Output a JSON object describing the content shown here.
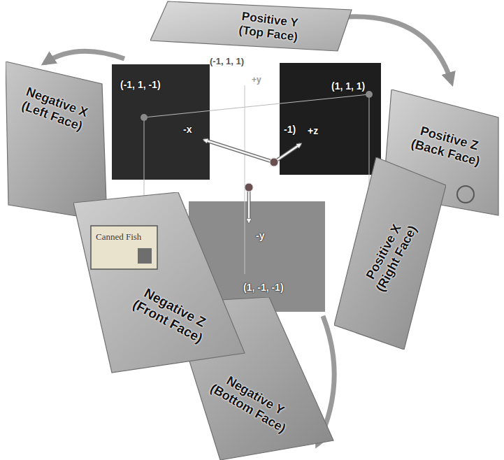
{
  "diagram": {
    "nodes": [
      {
        "text": [
          "Positive Y (Top Face)"
        ]
      },
      {
        "text": [
          "Negative X (Left Face)"
        ]
      },
      {
        "text": [
          "Positive Z (Back Face)"
        ]
      },
      {
        "text": [
          "Positive X (Right Face)"
        ]
      },
      {
        "text": [
          "Negative Z (Front Face)"
        ]
      },
      {
        "text": [
          "Negative Y (Bottom Face)"
        ]
      }
    ],
    "labels": [
      "(-1, 1, 1)",
      "(-1, 1, -1)",
      "(1, 1, 1)",
      "+y",
      "-x",
      "-1)",
      "+z",
      "-y",
      "(1, -1, -1)",
      "Canned Fish"
    ]
  }
}
